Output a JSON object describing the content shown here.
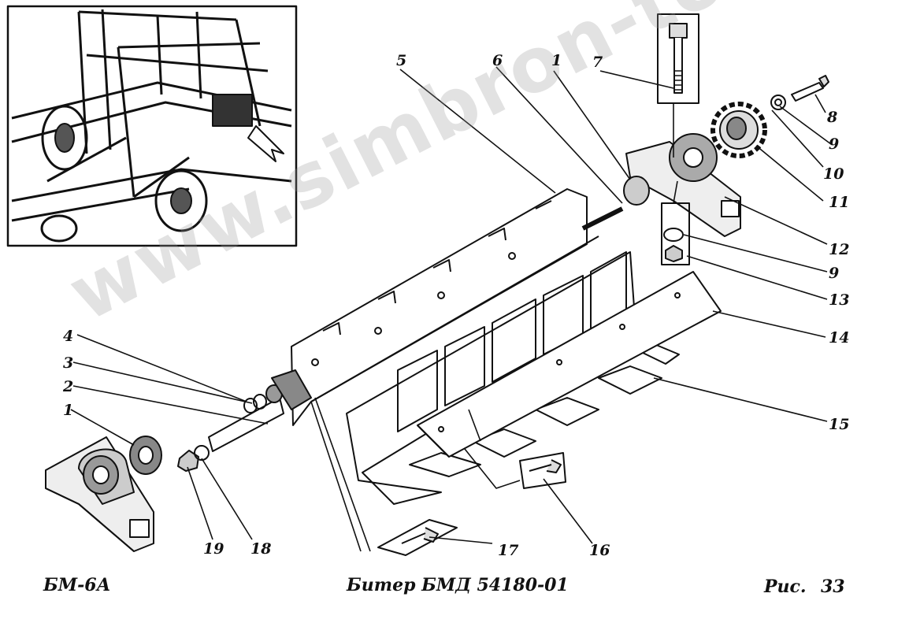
{
  "figure": {
    "model": "БМ-6А",
    "title": "Битер  БМД 54180-01",
    "fig_prefix": "Рис.",
    "fig_number": "33",
    "watermark": "www.simbron-to.kz"
  },
  "callouts": [
    "1",
    "2",
    "3",
    "4",
    "5",
    "6",
    "1",
    "7",
    "8",
    "9",
    "10",
    "11",
    "12",
    "9",
    "13",
    "14",
    "15",
    "16",
    "17",
    "18",
    "19"
  ]
}
